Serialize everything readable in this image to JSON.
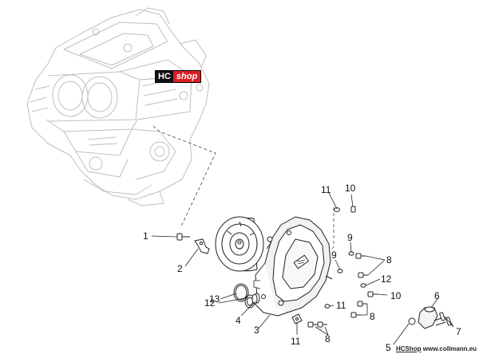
{
  "watermark": {
    "brand_prefix": "HC",
    "brand_suffix": "shop"
  },
  "footer": {
    "brand": "HCShop",
    "url": "www.collmann.eu"
  },
  "colors": {
    "engine_sketch": "#bfbfbf",
    "parts_ink": "#222222",
    "badge_red": "#d91f26",
    "badge_black": "#111111"
  },
  "callouts": [
    {
      "text": "1"
    },
    {
      "text": "2"
    },
    {
      "text": "3"
    },
    {
      "text": "4"
    },
    {
      "text": "5"
    },
    {
      "text": "6"
    },
    {
      "text": "7"
    },
    {
      "text": "8"
    },
    {
      "text": "8"
    },
    {
      "text": "8"
    },
    {
      "text": "9"
    },
    {
      "text": "9"
    },
    {
      "text": "10"
    },
    {
      "text": "10"
    },
    {
      "text": "11"
    },
    {
      "text": "11"
    },
    {
      "text": "11"
    },
    {
      "text": "12"
    },
    {
      "text": "12"
    },
    {
      "text": "13"
    }
  ]
}
